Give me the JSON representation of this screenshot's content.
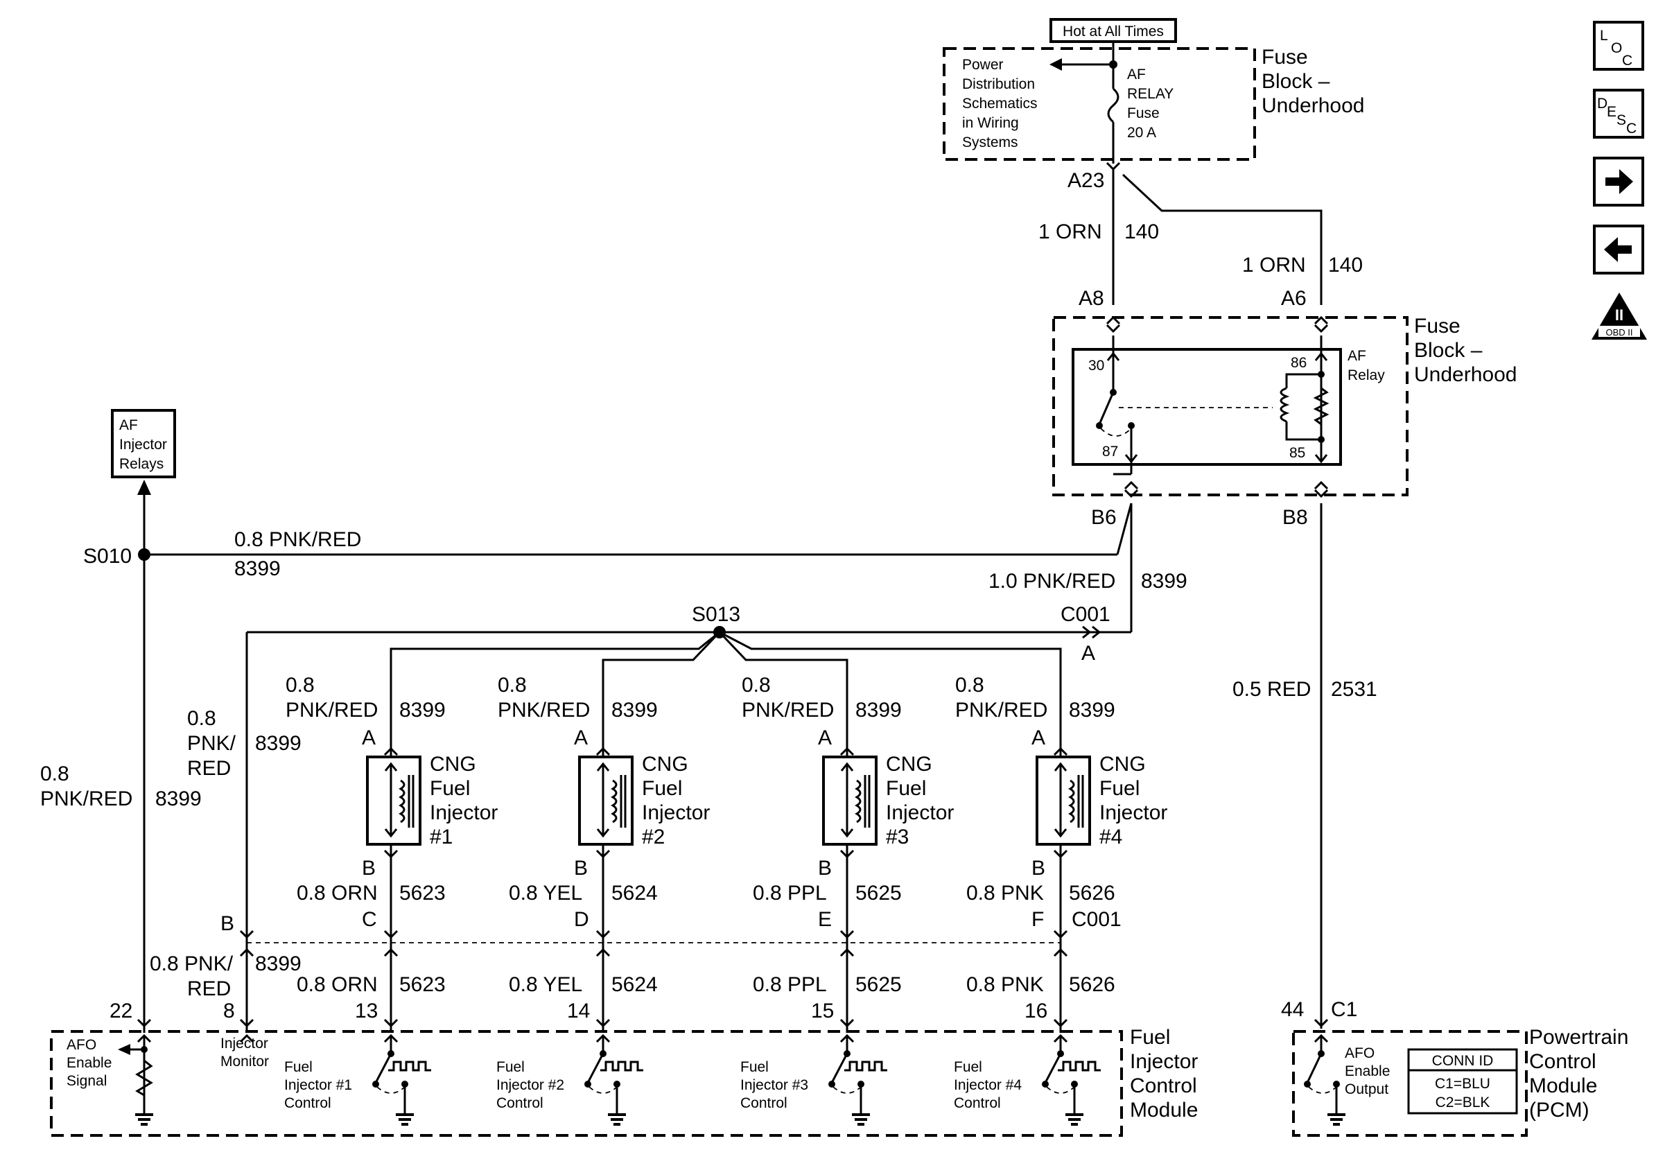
{
  "nav": {
    "loc": {
      "l": "L",
      "o": "O",
      "c": "C"
    },
    "desc": {
      "d": "D",
      "e": "E",
      "s": "S",
      "c": "C"
    },
    "obd": {
      "numeral": "II",
      "label": "OBD II"
    }
  },
  "top": {
    "hot": "Hot at All Times",
    "power_lines": [
      "Power",
      "Distribution",
      "Schematics",
      "in Wiring",
      "Systems"
    ],
    "fuse_lines": [
      "AF",
      "RELAY",
      "Fuse",
      "20 A"
    ],
    "fuse_block_lines": [
      "Fuse",
      "Block –",
      "Underhood"
    ],
    "a23": "A23"
  },
  "feed": {
    "left": {
      "gauge": "1 ORN",
      "circuit": "140",
      "pin": "A8"
    },
    "right": {
      "gauge": "1 ORN",
      "circuit": "140",
      "pin": "A6"
    }
  },
  "relay_block": {
    "title_lines": [
      "Fuse",
      "Block –",
      "Underhood"
    ],
    "relay_lines": [
      "AF",
      "Relay"
    ],
    "terminals": {
      "t30": "30",
      "t86": "86",
      "t87": "87",
      "t85": "85"
    },
    "b6": "B6",
    "b8": "B8"
  },
  "af_relays": [
    "AF",
    "Injector",
    "Relays"
  ],
  "s010": {
    "name": "S010",
    "gauge": "0.8 PNK/RED",
    "circuit": "8399"
  },
  "b6_wire": {
    "gauge": "1.0 PNK/RED",
    "circuit": "8399",
    "connector": "C001",
    "pin": "A"
  },
  "s013": "S013",
  "pcm_wire": {
    "gauge": "0.5 RED",
    "circuit": "2531"
  },
  "left_trunk": {
    "gauge_top": "0.8",
    "gauge_bottom": "PNK/RED",
    "circuit": "8399"
  },
  "monitor_wire": {
    "gauge_lines": [
      "0.8",
      "PNK/",
      "RED"
    ],
    "circuit": "8399",
    "pin_b": "B",
    "lower_gauge": [
      "0.8 PNK/",
      "RED"
    ],
    "lower_circuit": "8399"
  },
  "injectors": [
    {
      "top_gauge": "0.8",
      "top_color": "PNK/RED",
      "top_circuit": "8399",
      "pin_a": "A",
      "name_lines": [
        "CNG",
        "Fuel",
        "Injector",
        "#1"
      ],
      "pin_b": "B",
      "out_gauge": "0.8 ORN",
      "out_circuit": "5623",
      "conn_pin": "C",
      "pcm_gauge": "0.8 ORN",
      "pcm_circuit": "5623",
      "module_pin": "13",
      "control_lines": [
        "Fuel",
        "Injector #1",
        "Control"
      ]
    },
    {
      "top_gauge": "0.8",
      "top_color": "PNK/RED",
      "top_circuit": "8399",
      "pin_a": "A",
      "name_lines": [
        "CNG",
        "Fuel",
        "Injector",
        "#2"
      ],
      "pin_b": "B",
      "out_gauge": "0.8 YEL",
      "out_circuit": "5624",
      "conn_pin": "D",
      "pcm_gauge": "0.8 YEL",
      "pcm_circuit": "5624",
      "module_pin": "14",
      "control_lines": [
        "Fuel",
        "Injector #2",
        "Control"
      ]
    },
    {
      "top_gauge": "0.8",
      "top_color": "PNK/RED",
      "top_circuit": "8399",
      "pin_a": "A",
      "name_lines": [
        "CNG",
        "Fuel",
        "Injector",
        "#3"
      ],
      "pin_b": "B",
      "out_gauge": "0.8 PPL",
      "out_circuit": "5625",
      "conn_pin": "E",
      "pcm_gauge": "0.8 PPL",
      "pcm_circuit": "5625",
      "module_pin": "15",
      "control_lines": [
        "Fuel",
        "Injector #3",
        "Control"
      ]
    },
    {
      "top_gauge": "0.8",
      "top_color": "PNK/RED",
      "top_circuit": "8399",
      "pin_a": "A",
      "name_lines": [
        "CNG",
        "Fuel",
        "Injector",
        "#4"
      ],
      "pin_b": "B",
      "out_gauge": "0.8 PNK",
      "out_circuit": "5626",
      "conn_pin": "F",
      "pcm_gauge": "0.8 PNK",
      "pcm_circuit": "5626",
      "module_pin": "16",
      "control_lines": [
        "Fuel",
        "Injector #4",
        "Control"
      ]
    }
  ],
  "c001_bottom": "C001",
  "fuel_module": {
    "pin_22": "22",
    "pin_8": "8",
    "afo_lines": [
      "AFO",
      "Enable",
      "Signal"
    ],
    "monitor_lines": [
      "Injector",
      "Monitor"
    ],
    "title_lines": [
      "Fuel",
      "Injector",
      "Control",
      "Module"
    ]
  },
  "pcm": {
    "pin": "44",
    "connector": "C1",
    "afo_lines": [
      "AFO",
      "Enable",
      "Output"
    ],
    "conn_title": "CONN ID",
    "conn_lines": [
      "C1=BLU",
      "C2=BLK"
    ],
    "title_lines": [
      "Powertrain",
      "Control",
      "Module",
      "(PCM)"
    ]
  }
}
